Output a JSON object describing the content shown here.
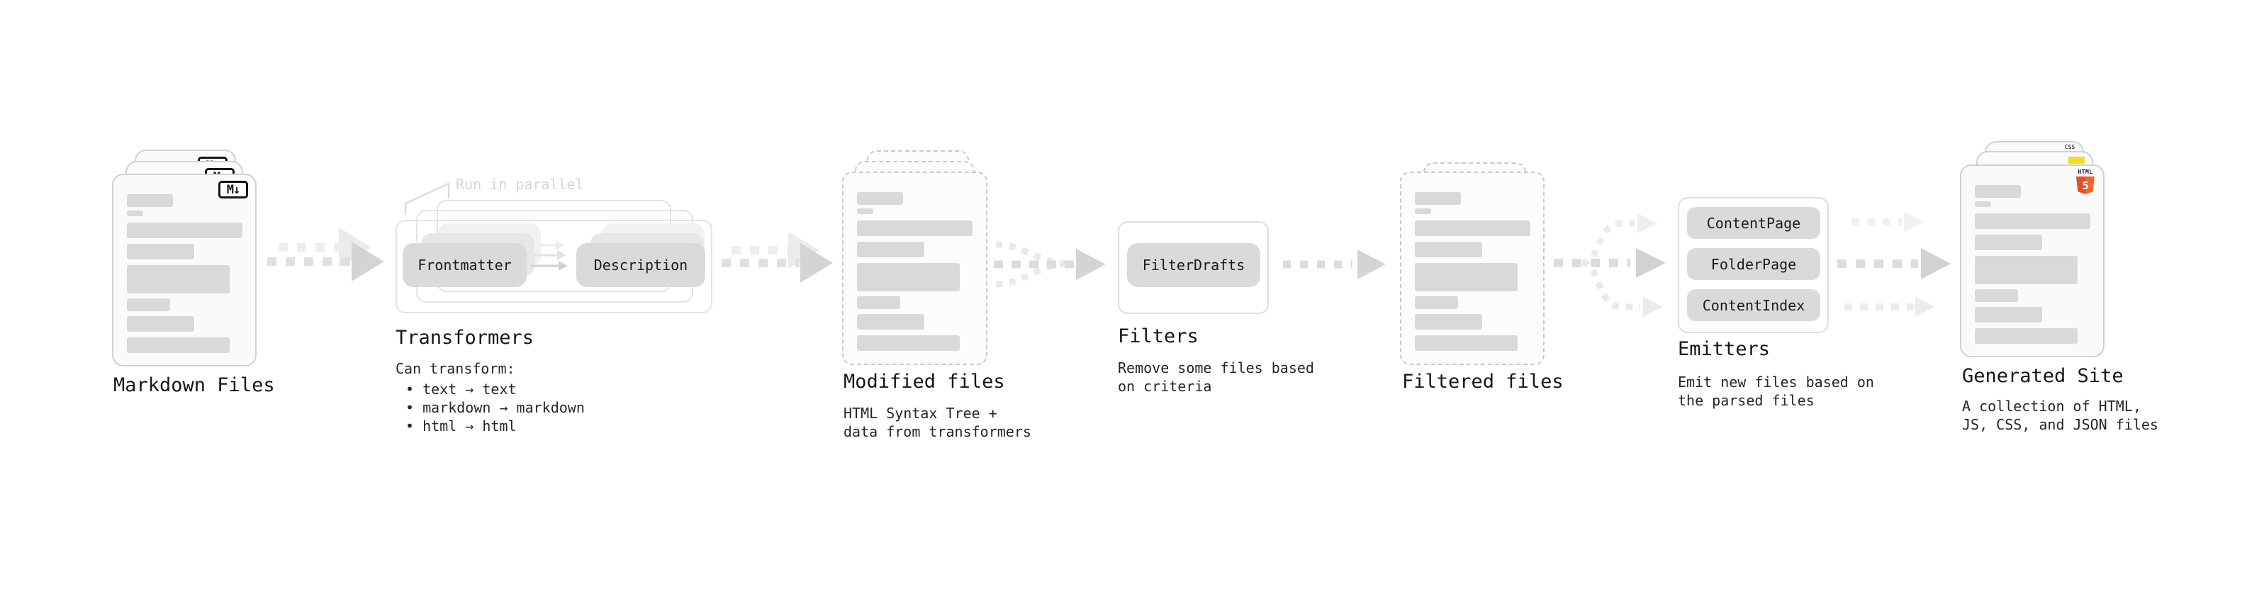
{
  "diagram": {
    "markdown_files": {
      "label": "Markdown Files",
      "badge": "M↓"
    },
    "transformers": {
      "label": "Transformers",
      "note": "Run in parallel",
      "pills": [
        "Frontmatter",
        "Description"
      ],
      "desc_title": "Can transform:",
      "bullets": [
        "• text → text",
        "• markdown → markdown",
        "• html → html"
      ]
    },
    "modified_files": {
      "label": "Modified files",
      "desc": [
        "HTML Syntax Tree +",
        "data from transformers"
      ]
    },
    "filters": {
      "label": "Filters",
      "pill": "FilterDrafts",
      "desc": [
        "Remove some files based",
        "on criteria"
      ]
    },
    "filtered_files": {
      "label": "Filtered files"
    },
    "emitters": {
      "label": "Emitters",
      "pills": [
        "ContentPage",
        "FolderPage",
        "ContentIndex"
      ],
      "desc": [
        "Emit new files based on",
        "the parsed files"
      ]
    },
    "generated_site": {
      "label": "Generated Site",
      "desc": [
        "A collection of HTML,",
        "JS, CSS, and JSON files"
      ],
      "badges": {
        "css_label": "CSS",
        "html_label": "HTML",
        "html_number": "5"
      }
    },
    "colors": {
      "js_yellow": "#f5de19",
      "css_blue": "#2965f1",
      "html_orange": "#e44d26",
      "html_orange_light": "#f16529",
      "bar": "#d9d9d9"
    }
  }
}
